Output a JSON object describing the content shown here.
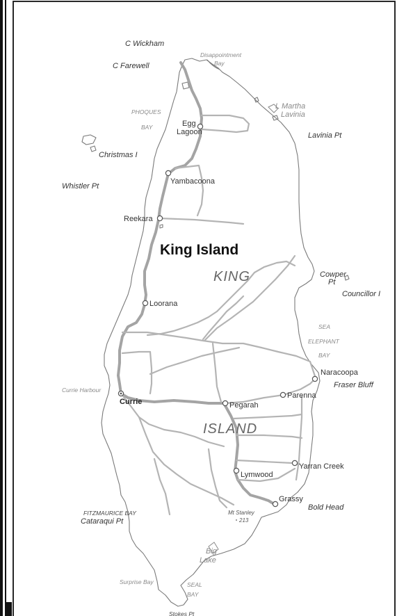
{
  "map": {
    "title": "King Island",
    "regions": {
      "king": "KING",
      "island": "ISLAND"
    },
    "towns": {
      "egg_lagoon_1": "Egg",
      "egg_lagoon_2": "Lagoon",
      "yambacoona": "Yambacoona",
      "reekara": "Reekara",
      "loorana": "Loorana",
      "currie": "Currie",
      "pegarah": "Pegarah",
      "parenna": "Parenna",
      "naracoopa": "Naracoopa",
      "yarran_creek": "Yarran Creek",
      "lymwood": "Lymwood",
      "grassy": "Grassy"
    },
    "capes": {
      "c_wickham": "C Wickham",
      "c_farewell": "C Farewell",
      "christmas_i": "Christmas I",
      "whistler_pt": "Whistler Pt",
      "lavinia_pt": "Lavinia Pt",
      "cowper_pt_1": "Cowper",
      "cowper_pt_2": "Pt",
      "councillor_i": "Councillor I",
      "fraser_bluff": "Fraser Bluff",
      "bold_head": "Bold Head",
      "cataraqui_pt": "Cataraqui Pt",
      "stokes_pt": "Stokes Pt"
    },
    "waters": {
      "disappointment_bay_1": "Disappointment",
      "disappointment_bay_2": "Bay",
      "phoques_bay_1": "PHOQUES",
      "phoques_bay_2": "BAY",
      "sea_elephant_bay_1": "SEA",
      "sea_elephant_bay_2": "ELEPHANT",
      "sea_elephant_bay_3": "BAY",
      "currie_harbour": "Currie Harbour",
      "fitzmaurice_bay": "FITZMAURICE BAY",
      "surprise_bay": "Surprise Bay",
      "seal_bay_1": "SEAL",
      "seal_bay_2": "BAY"
    },
    "lakes": {
      "l_martha_lavinia_1": "L Martha",
      "l_martha_lavinia_2": "Lavinia",
      "big_lake_1": "Big",
      "big_lake_2": "Lake"
    },
    "peaks": {
      "mt_stanley": "Mt Stanley",
      "mt_stanley_height": "213"
    },
    "colors": {
      "coastline": "#7a7a7a",
      "main_road": "#a4a4a4",
      "minor_road": "#b4b4b4",
      "frame": "#111111"
    }
  }
}
